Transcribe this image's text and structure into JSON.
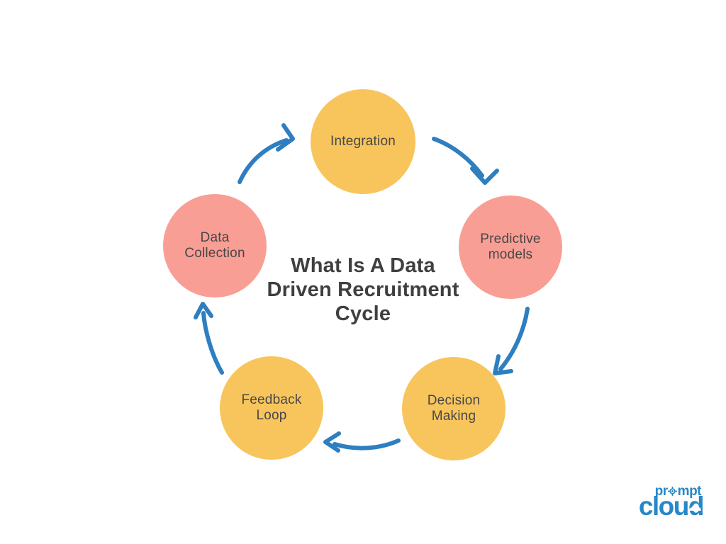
{
  "title": {
    "lines": [
      "What Is A Data",
      "Driven Recruitment",
      "Cycle"
    ]
  },
  "nodes": [
    {
      "id": "integration",
      "lines": [
        "Integration",
        ""
      ],
      "color": "#F8C55C"
    },
    {
      "id": "predictive-models",
      "lines": [
        "Predictive",
        "models"
      ],
      "color": "#F99E94"
    },
    {
      "id": "decision-making",
      "lines": [
        "Decision",
        "Making"
      ],
      "color": "#F8C55C"
    },
    {
      "id": "feedback-loop",
      "lines": [
        "Feedback",
        "Loop"
      ],
      "color": "#F8C55C"
    },
    {
      "id": "data-collection",
      "lines": [
        "Data",
        "Collection"
      ],
      "color": "#F99E94"
    }
  ],
  "colors": {
    "node_yellow": "#F8C55C",
    "node_salmon": "#F99E94",
    "arrow_blue": "#2E7EC0",
    "title_text": "#3F3F3F",
    "node_text": "#474747",
    "logo_blue": "#2787C9",
    "background": "#FFFFFF"
  },
  "logo": {
    "top_pre": "pr",
    "top_post": "mpt",
    "bottom": "cloud",
    "cloud_glyph": "☁"
  }
}
